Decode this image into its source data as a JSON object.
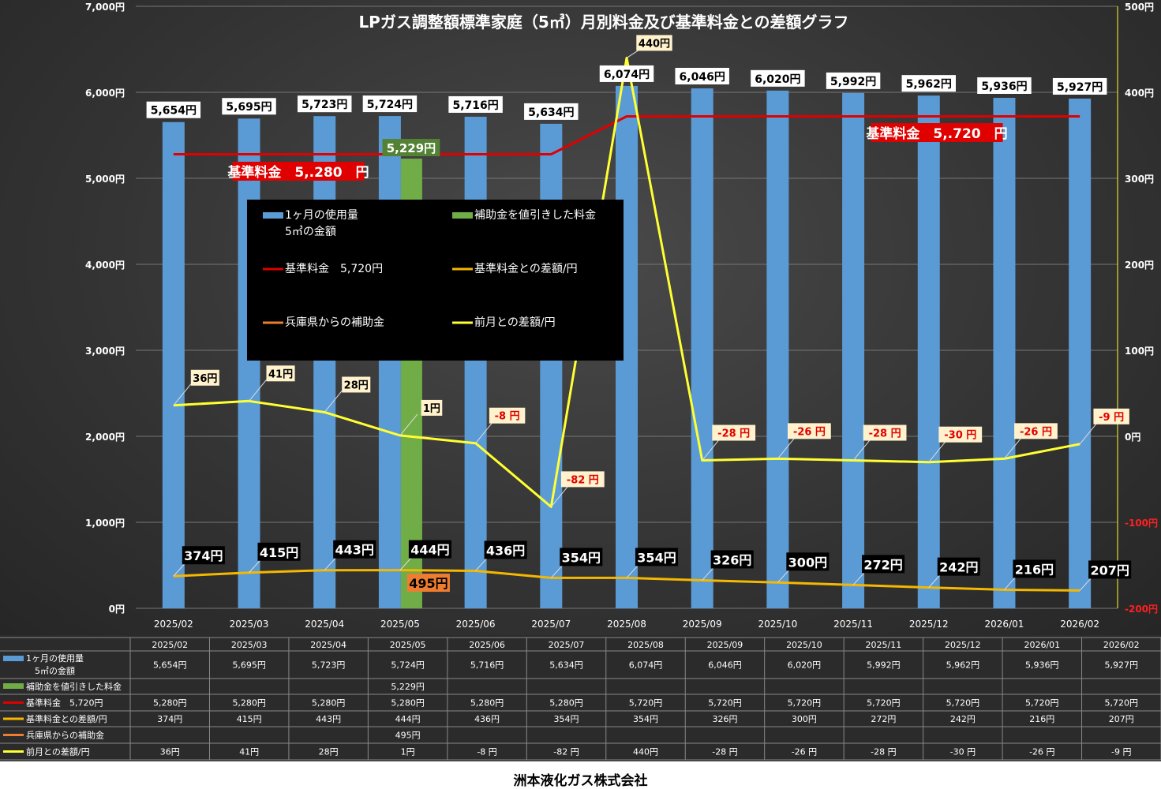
{
  "footer": "洲本液化ガス株式会社",
  "chart_data": {
    "type": "bar",
    "title": "LPガス調整額標準家庭（5㎥）月別料金及び基準料金との差額グラフ",
    "categories": [
      "2025/02",
      "2025/03",
      "2025/04",
      "2025/05",
      "2025/06",
      "2025/07",
      "2025/08",
      "2025/09",
      "2025/10",
      "2025/11",
      "2025/12",
      "2026/01",
      "2026/02"
    ],
    "left_axis": {
      "min": 0,
      "max": 7000,
      "step": 1000,
      "ticks": [
        "0円",
        "1,000円",
        "2,000円",
        "3,000円",
        "4,000円",
        "5,000円",
        "6,000円",
        "7,000円"
      ]
    },
    "right_axis": {
      "min": -200,
      "max": 500,
      "step": 100,
      "ticks": [
        "-200円",
        "-100円",
        "0円",
        "100円",
        "200円",
        "300円",
        "400円",
        "500円"
      ]
    },
    "grid": true,
    "annotations": [
      "基準料金　5,.280　円",
      "基準料金　5,.720　円"
    ],
    "legend": {
      "placement": "center-left",
      "items": [
        {
          "label": "1ヶ月の使用量\n5㎥の金額",
          "l1": "1ヶ月の使用量",
          "l2": "5㎥の金額",
          "color": "#5b9bd5",
          "kind": "bar"
        },
        {
          "label": "補助金を値引きした料金",
          "color": "#70ad47",
          "kind": "bar"
        },
        {
          "label": "基準料金　5,720円",
          "color": "#e00000",
          "kind": "line"
        },
        {
          "label": "基準料金との差額/円",
          "color": "#f5b800",
          "kind": "line"
        },
        {
          "label": "兵庫県からの補助金",
          "color": "#ed7d31",
          "kind": "line"
        },
        {
          "label": "前月との差額/円",
          "color": "#ffff33",
          "kind": "line"
        }
      ]
    },
    "series": [
      {
        "name": "1ヶ月の使用量 5㎥の金額",
        "axis": "left",
        "type": "bar",
        "values": [
          5654,
          5695,
          5723,
          5724,
          5716,
          5634,
          6074,
          6046,
          6020,
          5992,
          5962,
          5936,
          5927
        ],
        "labels": [
          "5,654円",
          "5,695円",
          "5,723円",
          "5,724円",
          "5,716円",
          "5,634円",
          "6,074円",
          "6,046円",
          "6,020円",
          "5,992円",
          "5,962円",
          "5,936円",
          "5,927円"
        ]
      },
      {
        "name": "補助金を値引きした料金",
        "axis": "left",
        "type": "bar",
        "values": [
          null,
          null,
          null,
          5229,
          null,
          null,
          null,
          null,
          null,
          null,
          null,
          null,
          null
        ],
        "labels": [
          "",
          "",
          "",
          "5,229円",
          "",
          "",
          "",
          "",
          "",
          "",
          "",
          "",
          ""
        ]
      },
      {
        "name": "基準料金 5,720円",
        "axis": "left",
        "type": "line",
        "values": [
          5280,
          5280,
          5280,
          5280,
          5280,
          5280,
          5720,
          5720,
          5720,
          5720,
          5720,
          5720,
          5720
        ],
        "labels": [
          "5,280円",
          "5,280円",
          "5,280円",
          "5,280円",
          "5,280円",
          "5,280円",
          "5,720円",
          "5,720円",
          "5,720円",
          "5,720円",
          "5,720円",
          "5,720円",
          "5,720円"
        ]
      },
      {
        "name": "基準料金との差額/円",
        "axis": "left",
        "type": "line",
        "values": [
          374,
          415,
          443,
          444,
          436,
          354,
          354,
          326,
          300,
          272,
          242,
          216,
          207
        ],
        "labels": [
          "374円",
          "415円",
          "443円",
          "444円",
          "436円",
          "354円",
          "354円",
          "326円",
          "300円",
          "272円",
          "242円",
          "216円",
          "207円"
        ]
      },
      {
        "name": "兵庫県からの補助金",
        "axis": "left",
        "type": "line",
        "values": [
          null,
          null,
          null,
          495,
          null,
          null,
          null,
          null,
          null,
          null,
          null,
          null,
          null
        ],
        "labels": [
          "",
          "",
          "",
          "495円",
          "",
          "",
          "",
          "",
          "",
          "",
          "",
          "",
          ""
        ]
      },
      {
        "name": "前月との差額/円",
        "axis": "right",
        "type": "line",
        "values": [
          36,
          41,
          28,
          1,
          -8,
          -82,
          440,
          -28,
          -26,
          -28,
          -30,
          -26,
          -9
        ],
        "labels": [
          "36円",
          "41円",
          "28円",
          "1円",
          "-8 円",
          "-82 円",
          "440円",
          "-28 円",
          "-26 円",
          "-28 円",
          "-30 円",
          "-26 円",
          "-9 円"
        ]
      }
    ]
  }
}
